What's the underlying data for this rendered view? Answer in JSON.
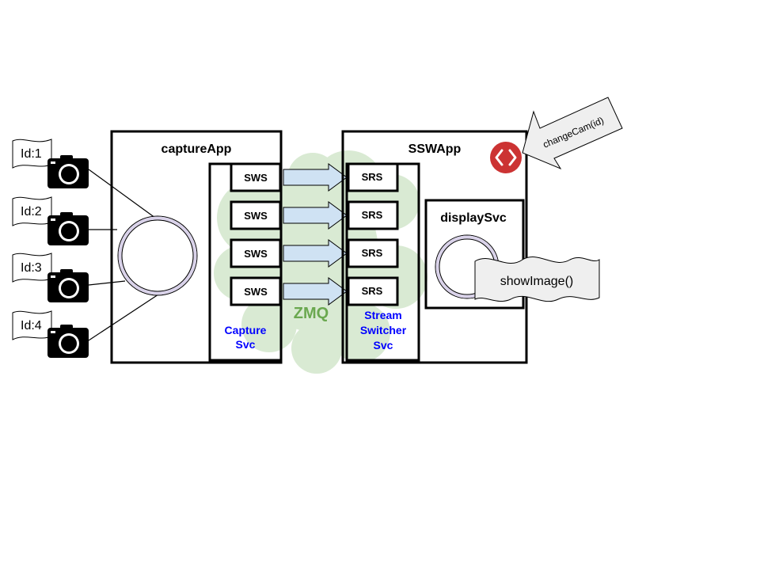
{
  "diagram": {
    "capture_app": {
      "title": "captureApp"
    },
    "capture_svc": {
      "line1": "Capture",
      "line2": "Svc"
    },
    "sws_labels": [
      "SWS",
      "SWS",
      "SWS",
      "SWS"
    ],
    "zmq_label": "ZMQ",
    "ssw_app": {
      "title": "SSWApp"
    },
    "stream_switcher_svc": {
      "line1": "Stream",
      "line2": "Switcher",
      "line3": "Svc"
    },
    "srs_labels": [
      "SRS",
      "SRS",
      "SRS",
      "SRS"
    ],
    "display_svc": {
      "title": "displaySvc"
    },
    "show_image_label": "showImage()",
    "change_cam_label": "changeCam(id)",
    "camera_ids": [
      "Id:1",
      "Id:2",
      "Id:3",
      "Id:4"
    ]
  },
  "colors": {
    "zmq_cloud": "#d9ead3",
    "zmq_text": "#6aa84f",
    "svc_label_blue": "#0000ff",
    "arrow_fill": "#cfe2f3",
    "ring_fill": "#d9d2e9",
    "api_icon_red": "#cc3333",
    "callout_fill": "#efefef"
  },
  "icons": [
    "camera-icon",
    "api-code-icon"
  ]
}
